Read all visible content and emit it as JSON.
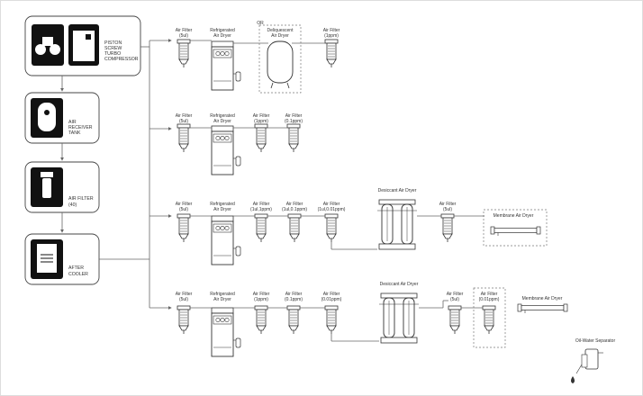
{
  "sources": {
    "compressor": [
      "PISTON",
      "SCREW",
      "TURBO",
      "COMPRESSOR"
    ],
    "receiver": [
      "AIR",
      "RECEIVER",
      "TANK"
    ],
    "filter": [
      "AIR FILTER",
      "(40)"
    ],
    "cooler": [
      "AFTER",
      "COOLER"
    ]
  },
  "row1": {
    "f1": [
      "Air Filter",
      "(5ul)"
    ],
    "dryer": [
      "Refrigerated",
      "Air Dryer"
    ],
    "or": "OR",
    "desiccant": [
      "Deliquescent",
      "Air Dryer"
    ],
    "f2": [
      "Air Filter",
      "(1ppm)"
    ]
  },
  "row2": {
    "f1": [
      "Air Filter",
      "(5ul)"
    ],
    "dryer": [
      "Refrigerated",
      "Air Dryer"
    ],
    "f2": [
      "Air Filter",
      "(1ppm)"
    ],
    "f3": [
      "Air Filter",
      "(0.1ppm)"
    ]
  },
  "row3": {
    "f1": [
      "Air Filter",
      "(5ul)"
    ],
    "dryer": [
      "Refrigerated",
      "Air Dryer"
    ],
    "f2": [
      "Air Filter",
      "(1ul,1ppm)"
    ],
    "f3": [
      "Air Filter",
      "(1ul,0.1ppm)"
    ],
    "f4": [
      "Air Filter",
      "(1ul,0.01ppm)"
    ],
    "desiccant": "Desiccant Air Dryer",
    "f5": [
      "Air Filter",
      "(5ul)"
    ],
    "membrane": "Membrane Air Dryer"
  },
  "row4": {
    "f1": [
      "Air Filter",
      "(5ul)"
    ],
    "dryer": [
      "Refrigerated",
      "Air Dryer"
    ],
    "f2": [
      "Air Filter",
      "(1ppm)"
    ],
    "f3": [
      "Air Filter",
      "(0.1ppm)"
    ],
    "f4": [
      "Air Filter",
      "(0.01ppm)"
    ],
    "desiccant": "Desiccant Air Dryer",
    "f5": [
      "Air Filter",
      "(5ul)"
    ],
    "f6": [
      "Air Filter",
      "(0.01ppm)"
    ],
    "membrane": "Membrane Air Dryer",
    "separator": "Oil-Water Separator"
  }
}
